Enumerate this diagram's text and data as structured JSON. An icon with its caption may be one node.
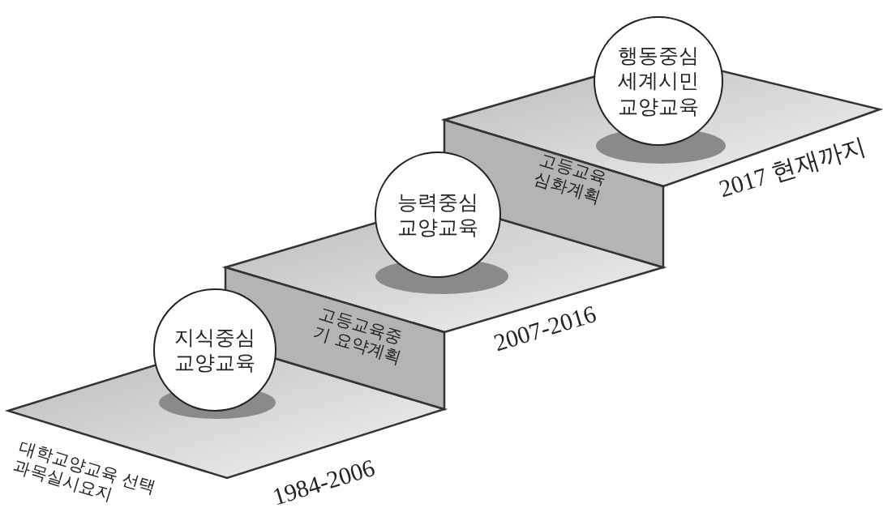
{
  "diagram": {
    "nodes": [
      {
        "text": [
          "지식중심 교양교육"
        ]
      },
      {
        "text": [
          "능력중심 교양교육"
        ]
      },
      {
        "text": [
          "행동중심 세계시민 교양교육"
        ]
      }
    ],
    "labels": [
      "2017 현재까지",
      "고등교육 심화계획",
      "2007-2016",
      "고등교육중기 요약계획",
      "대학교양교육 선택과목실시요지",
      "1984-2006"
    ]
  }
}
